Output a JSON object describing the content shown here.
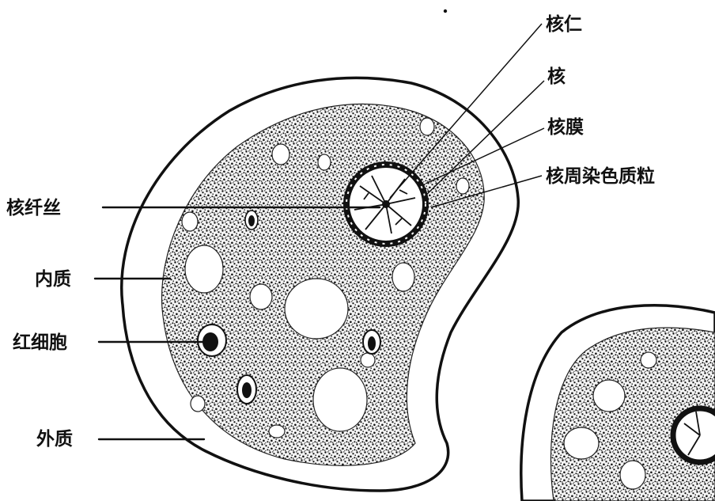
{
  "labels": {
    "nucleolus": "核仁",
    "nucleus": "核",
    "nuclear_membrane": "核膜",
    "perinuclear_chromatin": "核周染色质粒",
    "nuclear_fibrils": "核纤丝",
    "endoplasm": "内质",
    "red_blood_cell": "红细胞",
    "ectoplasm": "外质"
  },
  "colors": {
    "ink": "#111111",
    "paper": "#ffffff",
    "endoplasm_fill": "#8a8a8a"
  }
}
